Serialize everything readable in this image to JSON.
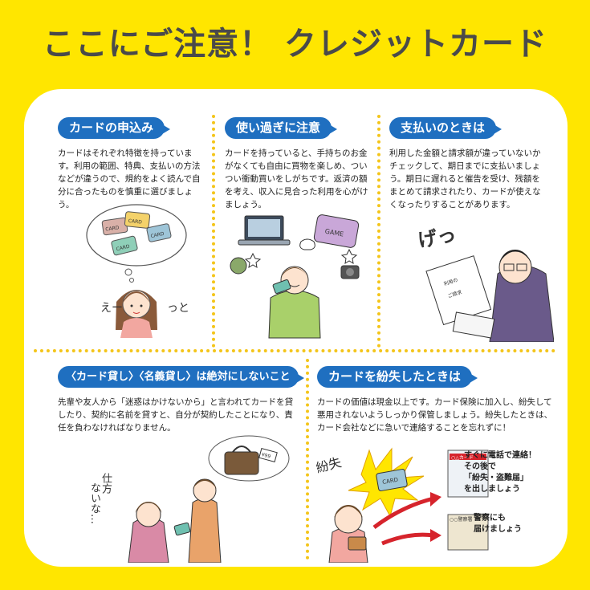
{
  "title": "ここにご注意！ クレジットカード",
  "sections": [
    {
      "heading": "カードの申込み",
      "text": "カードはそれぞれ特徴を持っています。利用の範囲、特典、支払いの方法などが違うので、規約をよく読んで自分に合ったものを慎重に選びましょう。",
      "illustration_texts": [
        "CARD",
        "CARD",
        "CARD",
        "CARD",
        "えー",
        "っと"
      ]
    },
    {
      "heading": "使い過ぎに注意",
      "text": "カードを持っていると、手持ちのお金がなくても自由に買物を楽しめ、ついつい衝動買いをしがちです。返済の額を考え、収入に見合った利用を心がけましょう。",
      "illustration_texts": [
        "GAME"
      ]
    },
    {
      "heading": "支払いのときは",
      "text": "利用した金額と請求額が違っていないかチェックして、期日までに支払いましょう。期日に遅れると催告を受け、残額をまとめて請求されたり、カードが使えなくなったりすることがあります。",
      "illustration_texts": [
        "げっ",
        "利用の",
        "ご請求"
      ]
    },
    {
      "heading": "〈カード貸し〉〈名義貸し〉は絶対にしないこと",
      "text": "先輩や友人から「迷惑はかけないから」と言われてカードを貸したり、契約に名前を貸すと、自分が契約したことになり、責任を負わなければなりません。",
      "illustration_texts": [
        "仕方",
        "ないな…",
        "¥99"
      ]
    },
    {
      "heading": "カードを紛失したときは",
      "text": "カードの価値は現金以上です。カード保険に加入し、紛失して悪用されないようしっかり保管しましょう。紛失したときは、カード会社などに急いで連絡することを忘れずに！",
      "illustration_texts": [
        "紛失",
        "CARD",
        "○△カード",
        "○○警察署"
      ],
      "notes": [
        "すぐに電話で連絡！",
        "その後で",
        "「紛失・盗難届」",
        "を出しましょう",
        "警察にも",
        "届けましょう"
      ]
    }
  ],
  "colors": {
    "background": "#FFE600",
    "pill": "#1F6FC0",
    "dots": "#F4C51A",
    "title": "#4a4a4a"
  }
}
